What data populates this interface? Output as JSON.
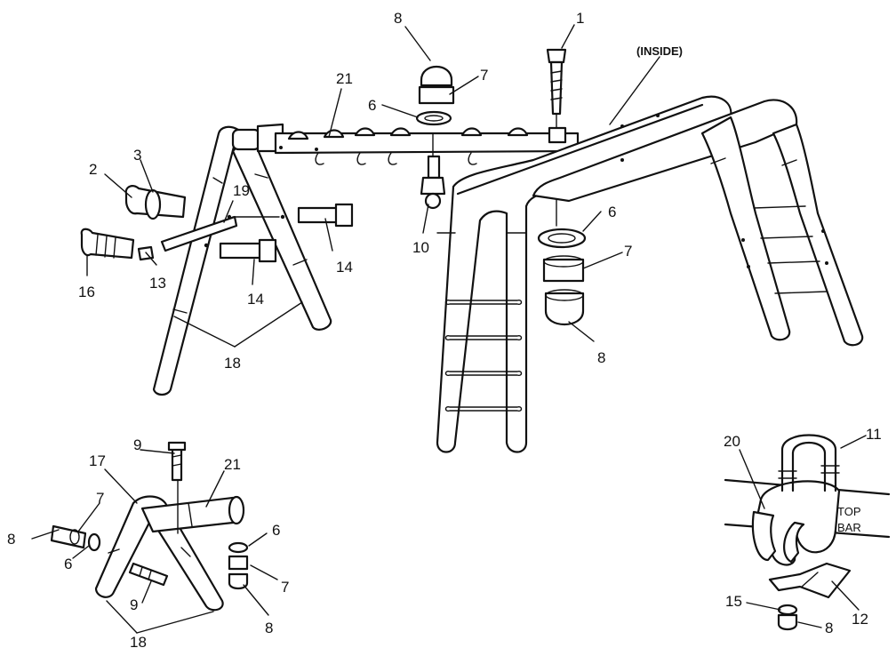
{
  "notes": {
    "inside": "(INSIDE)",
    "top_bar_line1": "TOP",
    "top_bar_line2": "BAR"
  },
  "callouts": {
    "main": [
      "1",
      "2",
      "3",
      "6",
      "6",
      "7",
      "7",
      "8",
      "8",
      "10",
      "13",
      "14",
      "14",
      "16",
      "18",
      "19",
      "21"
    ],
    "inset_left": [
      "6",
      "6",
      "7",
      "7",
      "8",
      "8",
      "9",
      "9",
      "17",
      "18",
      "21"
    ],
    "inset_right": [
      "8",
      "11",
      "12",
      "15",
      "20"
    ]
  }
}
